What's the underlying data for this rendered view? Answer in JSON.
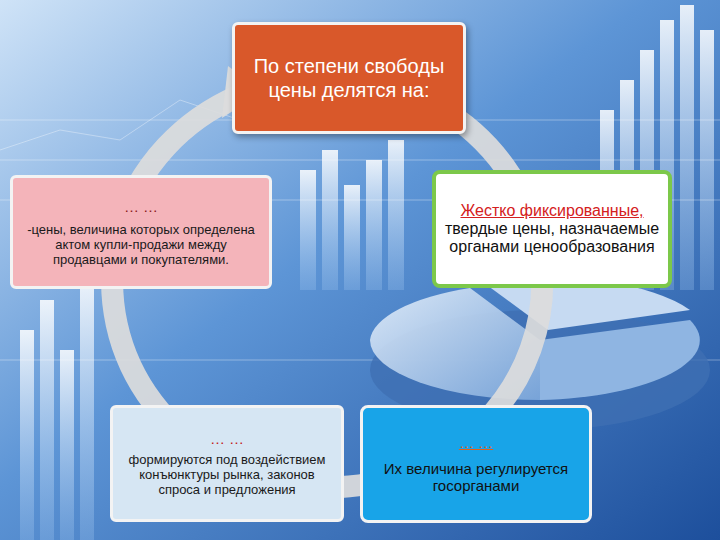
{
  "diagram": {
    "nodes": [
      {
        "text": [
          "По степени свободы цены делятся на:"
        ]
      },
      {
        "text": [
          "… …",
          "-цены, величина которых определена актом купли-продажи между продавцами и покупателями."
        ]
      },
      {
        "text": [
          "Жестко фиксированные,",
          "твердые цены, назначаемые органами ценообразования"
        ]
      },
      {
        "text": [
          "… …",
          "формируются под воздействием конъюнктуры рынка, законов спроса и предложения"
        ]
      },
      {
        "text": [
          "… …",
          "Их величина регулируется госорганами"
        ]
      }
    ]
  }
}
